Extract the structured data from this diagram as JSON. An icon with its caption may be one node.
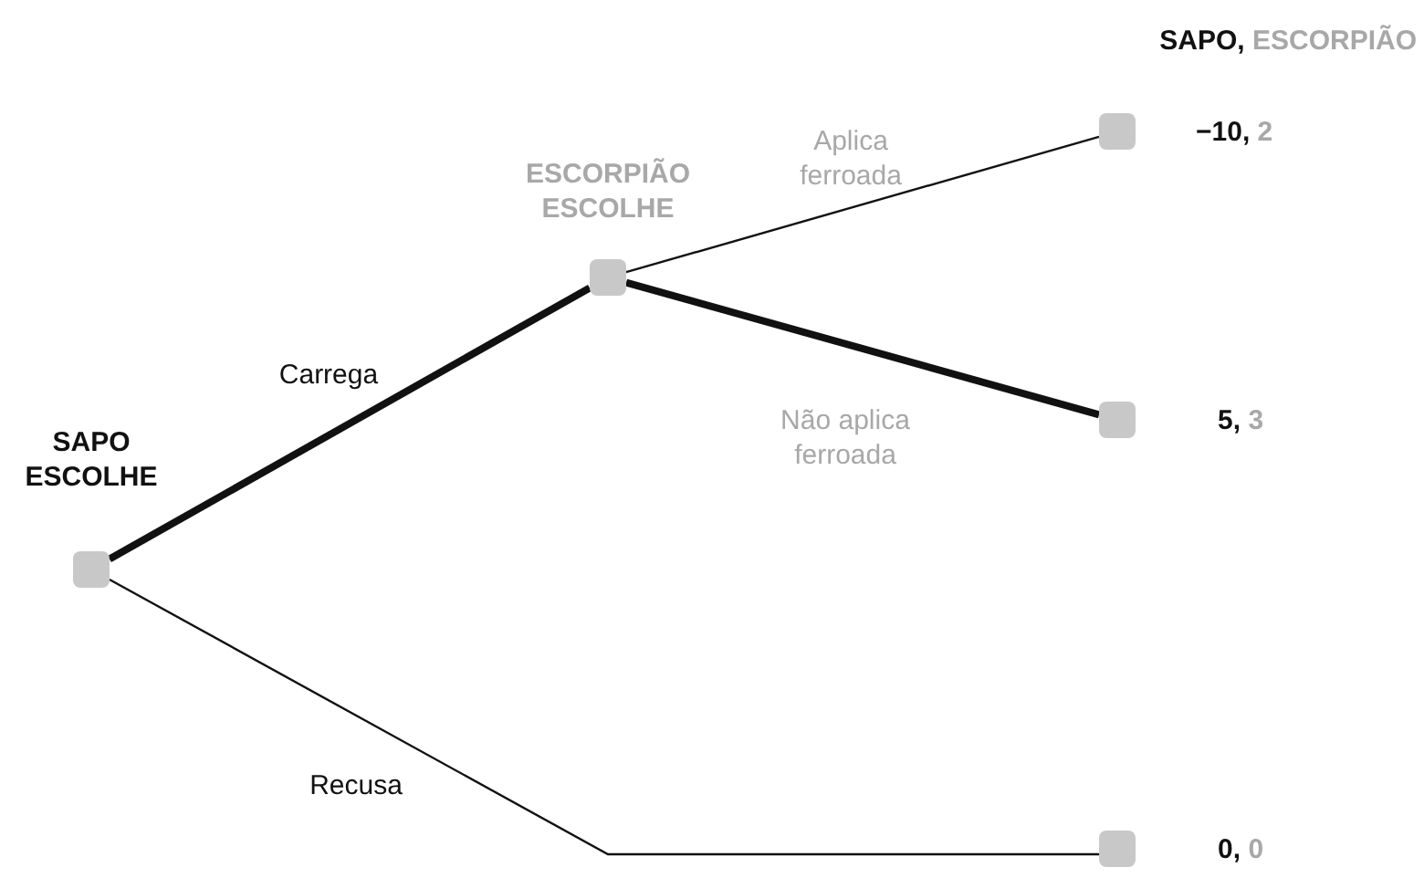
{
  "diagram": {
    "nodes": [
      {
        "text": [
          "SAPO ESCOLHE"
        ]
      },
      {
        "text": [
          "ESCORPIÃO ESCOLHE"
        ]
      },
      {
        "text": [],
        "shape": "box",
        "beside": [
          "−10,",
          "2"
        ]
      },
      {
        "text": [],
        "shape": "box",
        "beside": [
          "5,",
          "3"
        ]
      },
      {
        "text": [],
        "shape": "box",
        "beside": [
          "0,",
          "0"
        ]
      }
    ],
    "edges": [
      {
        "from": 0,
        "to": 1,
        "arrow": "none",
        "label": "Carrega",
        "style": "thick"
      },
      {
        "from": 1,
        "to": 2,
        "arrow": "none",
        "label": "Aplica ferroada"
      },
      {
        "from": 1,
        "to": 3,
        "arrow": "none",
        "label": "Não aplica ferroada",
        "style": "thick"
      },
      {
        "from": 0,
        "to": 4,
        "arrow": "none",
        "label": "Recusa"
      }
    ],
    "labels": [
      "SAPO,",
      "ESCORPIÃO"
    ]
  }
}
